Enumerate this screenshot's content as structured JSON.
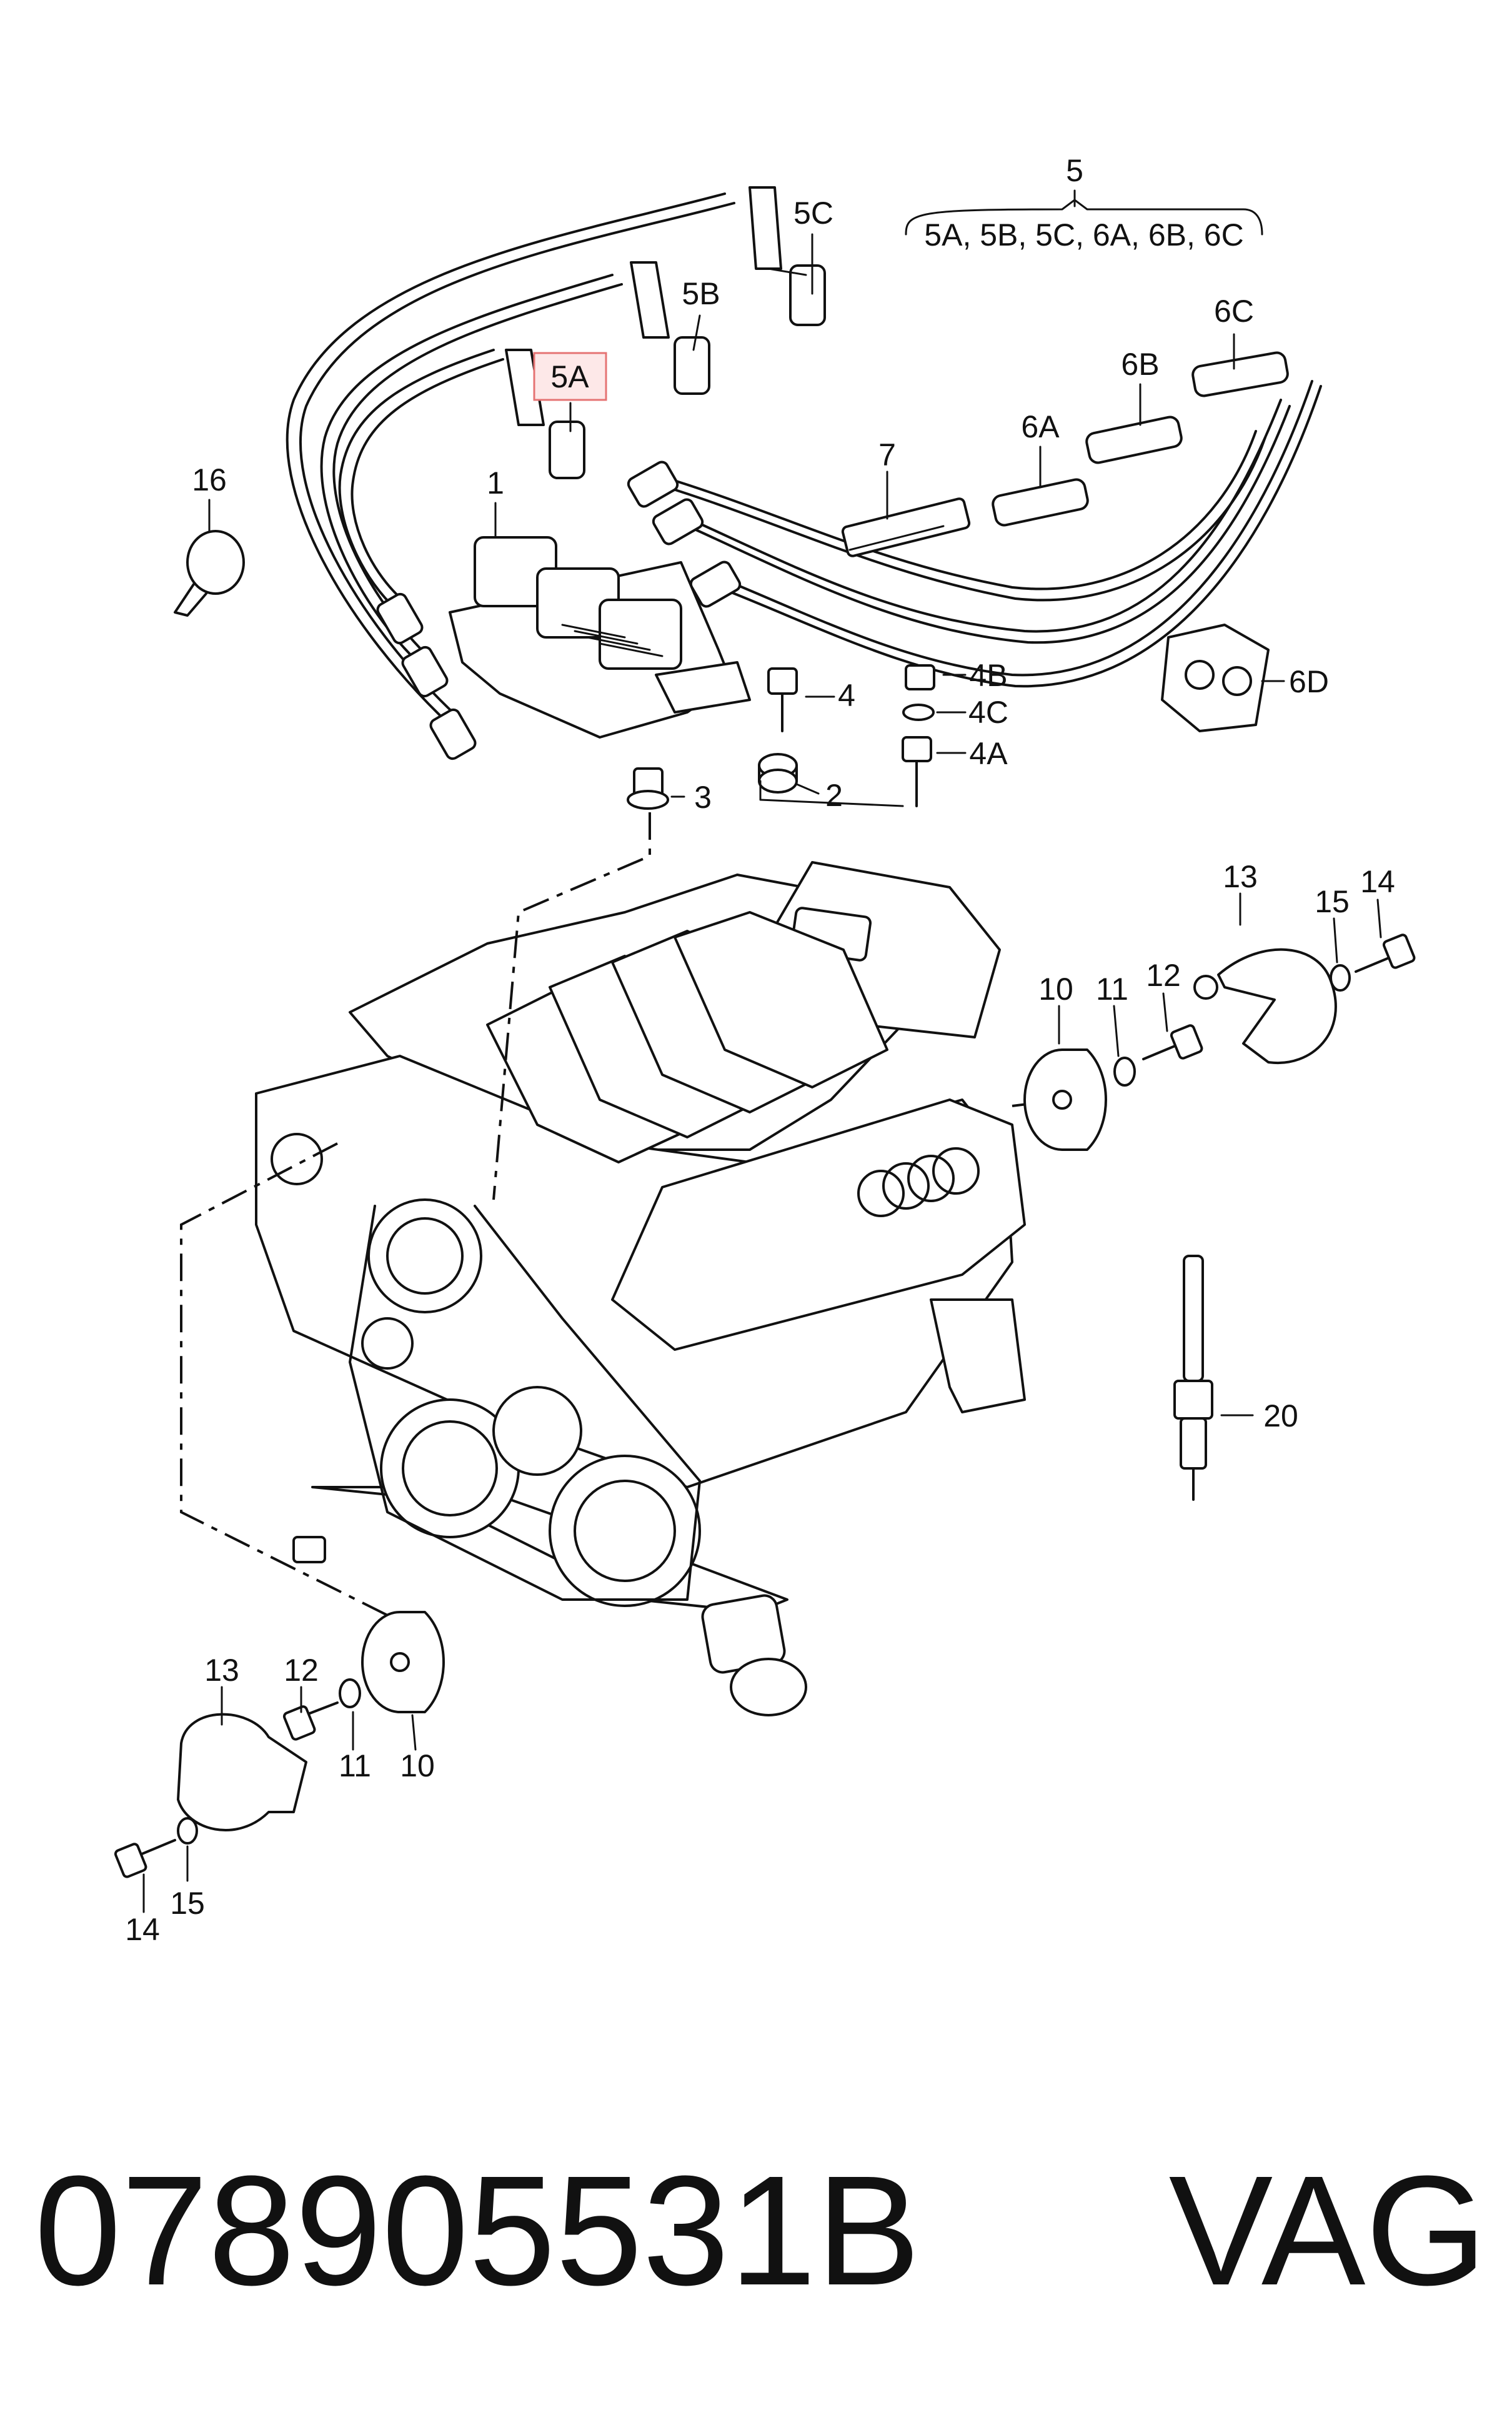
{
  "callouts": {
    "c5": "5",
    "c5_group": "5A, 5B, 5C, 6A, 6B, 6C",
    "c5C": "5C",
    "c5B": "5B",
    "c5A": "5A",
    "c6C": "6C",
    "c6B": "6B",
    "c6A": "6A",
    "c7": "7",
    "c16": "16",
    "c1": "1",
    "c4": "4",
    "c4B": "4B",
    "c4C": "4C",
    "c4A": "4A",
    "c2": "2",
    "c3": "3",
    "c6D": "6D",
    "c13a": "13",
    "c15a": "15",
    "c14a": "14",
    "c10a": "10",
    "c11a": "11",
    "c12a": "12",
    "c20": "20",
    "c13b": "13",
    "c12b": "12",
    "c11b": "11",
    "c10b": "10",
    "c14b": "14",
    "c15b": "15"
  },
  "highlight": {
    "label": "5A",
    "color": "#e57373"
  },
  "footer": {
    "part_number": "078905531B",
    "brand": "VAG"
  }
}
